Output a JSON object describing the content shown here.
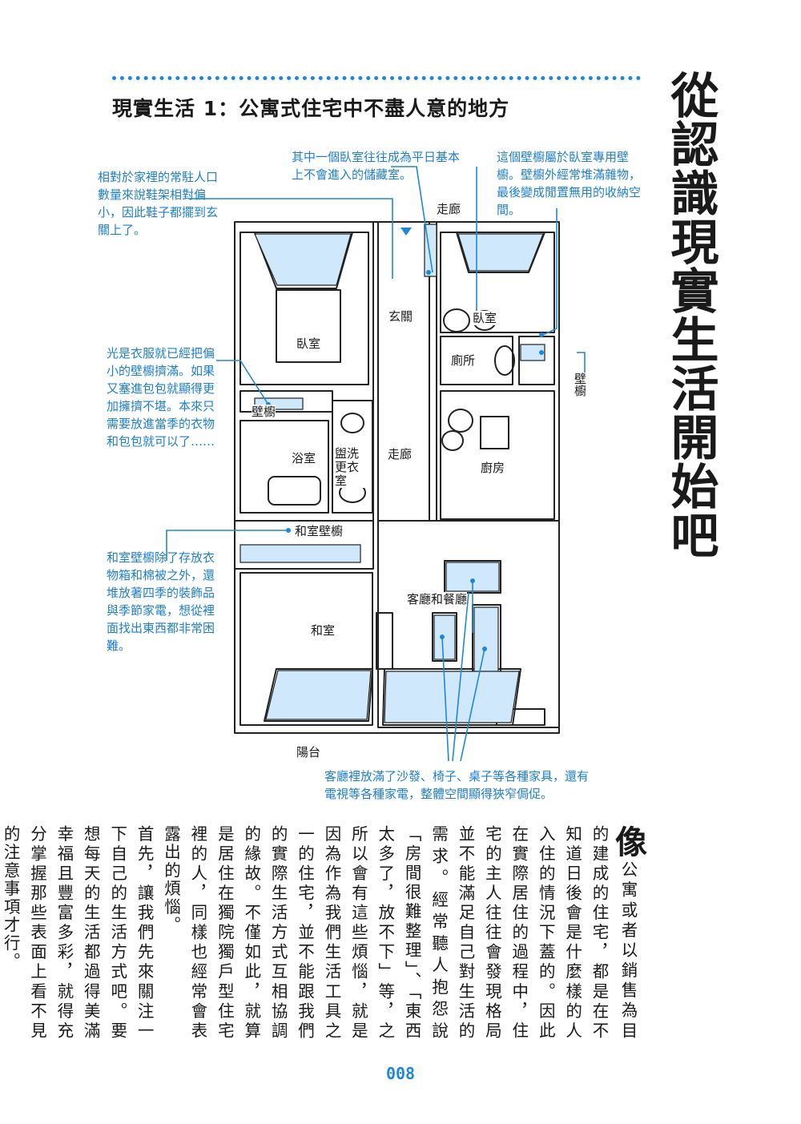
{
  "header": {
    "section_title": "現實生活 1：公寓式住宅中不盡人意的地方",
    "vertical_title": "從認識現實生活開始吧"
  },
  "annotations": {
    "shoe_rack": "相對於家裡的常駐人口數量來說鞋架相對偏小，因此鞋子都擺到玄關上了。",
    "storage_room": "其中一個臥室往往成為平日基本上不會進入的儲藏室。",
    "bedroom_closet": "這個壁櫥屬於臥室專用壁櫥。壁櫥外經常堆滿雜物，最後變成閒置無用的收納空間。",
    "clothes_closet": "光是衣服就已經把偏小的壁櫥擠滿。如果又塞進包包就顯得更加擁擠不堪。本來只需要放進當季的衣物和包包就可以了……",
    "washitsu_closet": "和室壁櫥除了存放衣物箱和棉被之外，還堆放著四季的裝飾品與季節家電，想從裡面找出東西都非常困難。",
    "living_room": "客廳裡放滿了沙發、椅子、桌子等各種家具，還有電視等各種家電，整體空間顯得狹窄侷促。"
  },
  "rooms": {
    "corridor_top": "走廊",
    "entrance": "玄關",
    "bedroom_right": "臥室",
    "bedroom_left": "臥室",
    "toilet": "廁所",
    "closet_right": "壁櫥",
    "closet_left": "壁櫥",
    "bath": "浴室",
    "washroom": "盥洗更衣室",
    "corridor_mid": "走廊",
    "kitchen": "廚房",
    "washitsu_closet": "和室壁櫥",
    "living_dining": "客廳和餐廳",
    "washitsu": "和室",
    "balcony": "陽台"
  },
  "body": {
    "dropcap": "像",
    "paragraph1": "公寓或者以銷售為目的建成的住宅，都是在不知道日後會是什麼樣的人入住的情況下蓋的。因此在實際居住的過程中，住宅的主人往往會發現格局並不能滿足自己對生活的需求。經常聽人抱怨說「房間很難整理」、「東西太多了，放不下」等，之所以會有這些煩惱，就是因為作為我們生活工具之一的住宅，並不能跟我們的實際生活方式互相協調的緣故。不僅如此，就算是居住在獨院獨戶型住宅裡的人，同樣也經常會表露出的煩惱。",
    "paragraph2": "首先，讓我們先來關注一下自己的生活方式吧。要想每天的生活都過得美滿幸福且豐富多彩，就得充分掌握那些表面上看不見的注意事項才行。"
  },
  "page_number": "008",
  "colors": {
    "accent": "#1e88d8",
    "fill": "#cfe8fb"
  }
}
